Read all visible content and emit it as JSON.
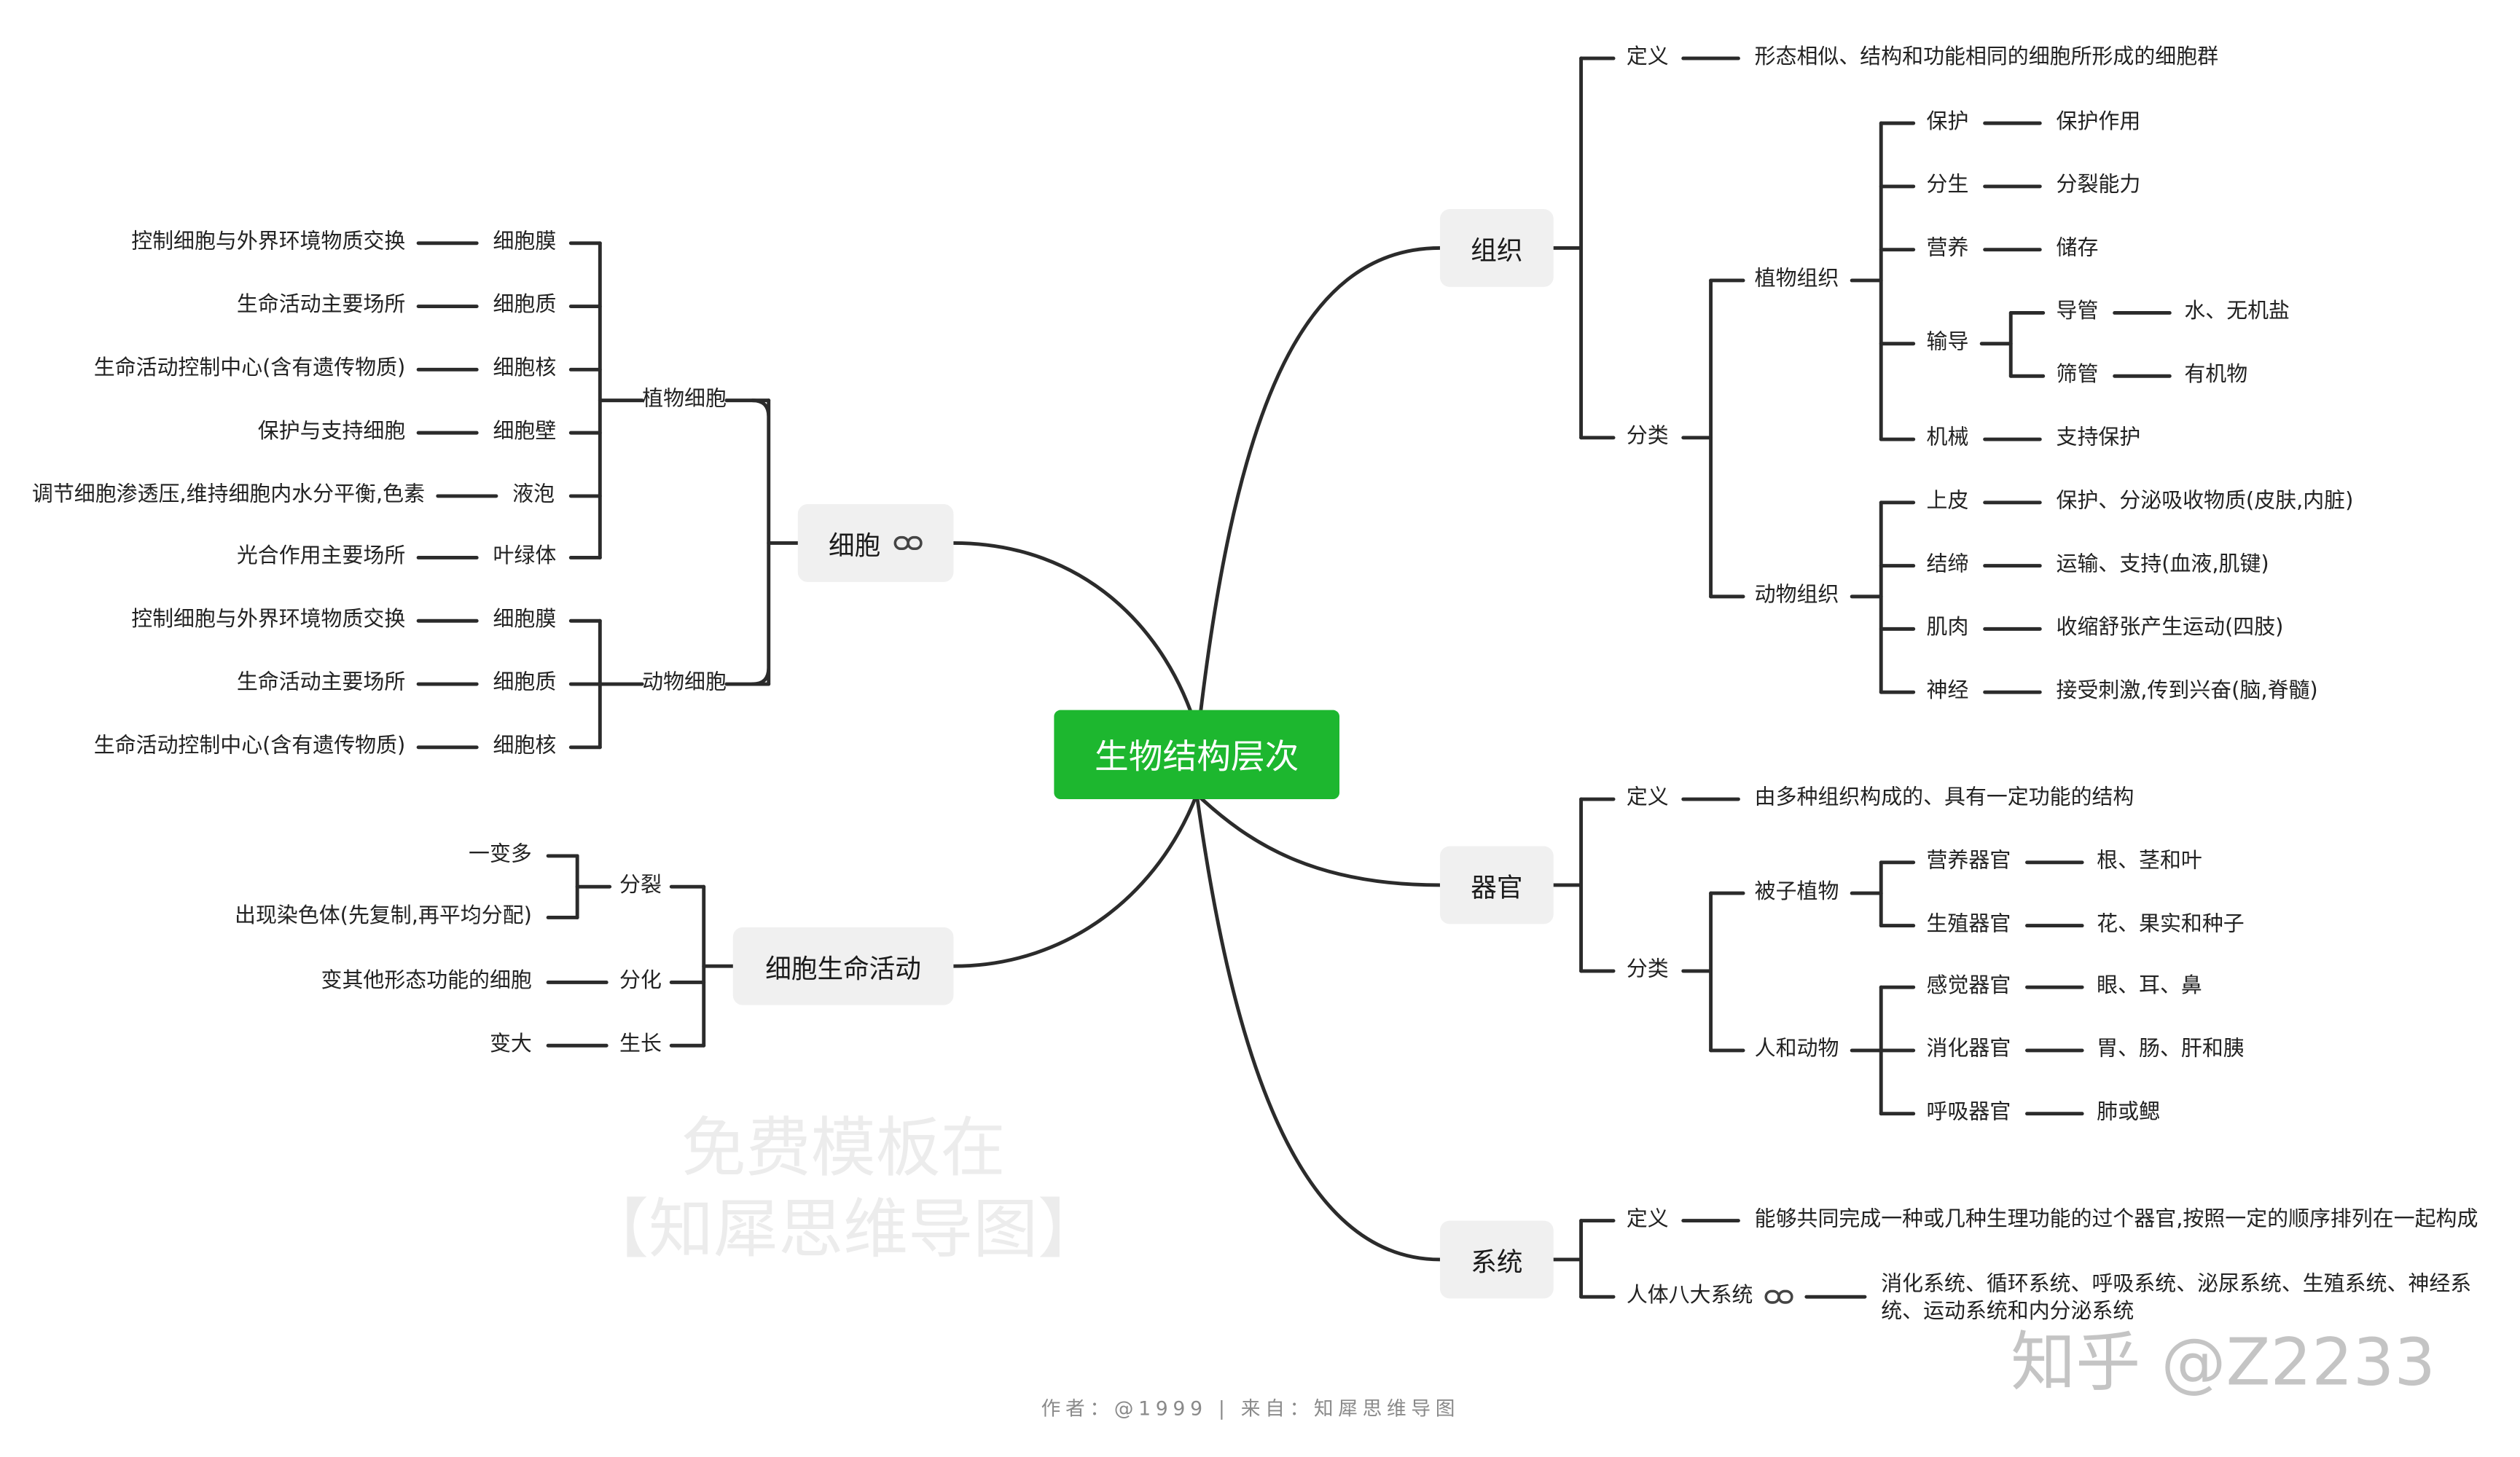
{
  "root": "生物结构层次",
  "cell": {
    "title": "细胞",
    "link_icon": "link-icon",
    "plant": {
      "label": "植物细胞",
      "items": [
        {
          "name": "细胞膜",
          "desc": "控制细胞与外界环境物质交换"
        },
        {
          "name": "细胞质",
          "desc": "生命活动主要场所"
        },
        {
          "name": "细胞核",
          "desc": "生命活动控制中心(含有遗传物质)"
        },
        {
          "name": "细胞壁",
          "desc": "保护与支持细胞"
        },
        {
          "name": "液泡",
          "desc": "调节细胞渗透压,维持细胞内水分平衡,色素"
        },
        {
          "name": "叶绿体",
          "desc": "光合作用主要场所"
        }
      ]
    },
    "animal": {
      "label": "动物细胞",
      "items": [
        {
          "name": "细胞膜",
          "desc": "控制细胞与外界环境物质交换"
        },
        {
          "name": "细胞质",
          "desc": "生命活动主要场所"
        },
        {
          "name": "细胞核",
          "desc": "生命活动控制中心(含有遗传物质)"
        }
      ]
    }
  },
  "activity": {
    "title": "细胞生命活动",
    "division": {
      "label": "分裂",
      "items": [
        "一变多",
        "出现染色体(先复制,再平均分配)"
      ]
    },
    "differentiation": {
      "label": "分化",
      "desc": "变其他形态功能的细胞"
    },
    "growth": {
      "label": "生长",
      "desc": "变大"
    }
  },
  "tissue": {
    "title": "组织",
    "def_label": "定义",
    "def": "形态相似、结构和功能相同的细胞所形成的细胞群",
    "class_label": "分类",
    "plant": {
      "label": "植物组织",
      "items": [
        {
          "name": "保护",
          "desc": "保护作用"
        },
        {
          "name": "分生",
          "desc": "分裂能力"
        },
        {
          "name": "营养",
          "desc": "储存"
        },
        {
          "name": "输导",
          "sub": [
            {
              "name": "导管",
              "desc": "水、无机盐"
            },
            {
              "name": "筛管",
              "desc": "有机物"
            }
          ]
        },
        {
          "name": "机械",
          "desc": "支持保护"
        }
      ]
    },
    "animal": {
      "label": "动物组织",
      "items": [
        {
          "name": "上皮",
          "desc": "保护、分泌吸收物质(皮肤,内脏)"
        },
        {
          "name": "结缔",
          "desc": "运输、支持(血液,肌键)"
        },
        {
          "name": "肌肉",
          "desc": "收缩舒张产生运动(四肢)"
        },
        {
          "name": "神经",
          "desc": "接受刺激,传到兴奋(脑,脊髓)"
        }
      ]
    }
  },
  "organ": {
    "title": "器官",
    "def_label": "定义",
    "def": "由多种组织构成的、具有一定功能的结构",
    "class_label": "分类",
    "plant": {
      "label": "被子植物",
      "items": [
        {
          "name": "营养器官",
          "desc": "根、茎和叶"
        },
        {
          "name": "生殖器官",
          "desc": "花、果实和种子"
        }
      ]
    },
    "animal": {
      "label": "人和动物",
      "items": [
        {
          "name": "感觉器官",
          "desc": "眼、耳、鼻"
        },
        {
          "name": "消化器官",
          "desc": "胃、肠、肝和胰"
        },
        {
          "name": "呼吸器官",
          "desc": "肺或鳃"
        }
      ]
    }
  },
  "system": {
    "title": "系统",
    "def_label": "定义",
    "def": "能够共同完成一种或几种生理功能的过个器官,按照一定的顺序排列在一起构成",
    "eight_label": "人体八大系统",
    "eight_desc": "消化系统、循环系统、呼吸系统、泌尿系统、生殖系统、神经系统、运动系统和内分泌系统"
  },
  "watermark": {
    "line1": "免费模板在",
    "line2": "【知犀思维导图】"
  },
  "zhihu": "知乎 @Z2233",
  "footer": "作者：@1999 | 来自：知犀思维导图",
  "colors": {
    "root": "#1db72f",
    "node_bg": "#f0f0f0",
    "line": "#2b2b2b"
  }
}
